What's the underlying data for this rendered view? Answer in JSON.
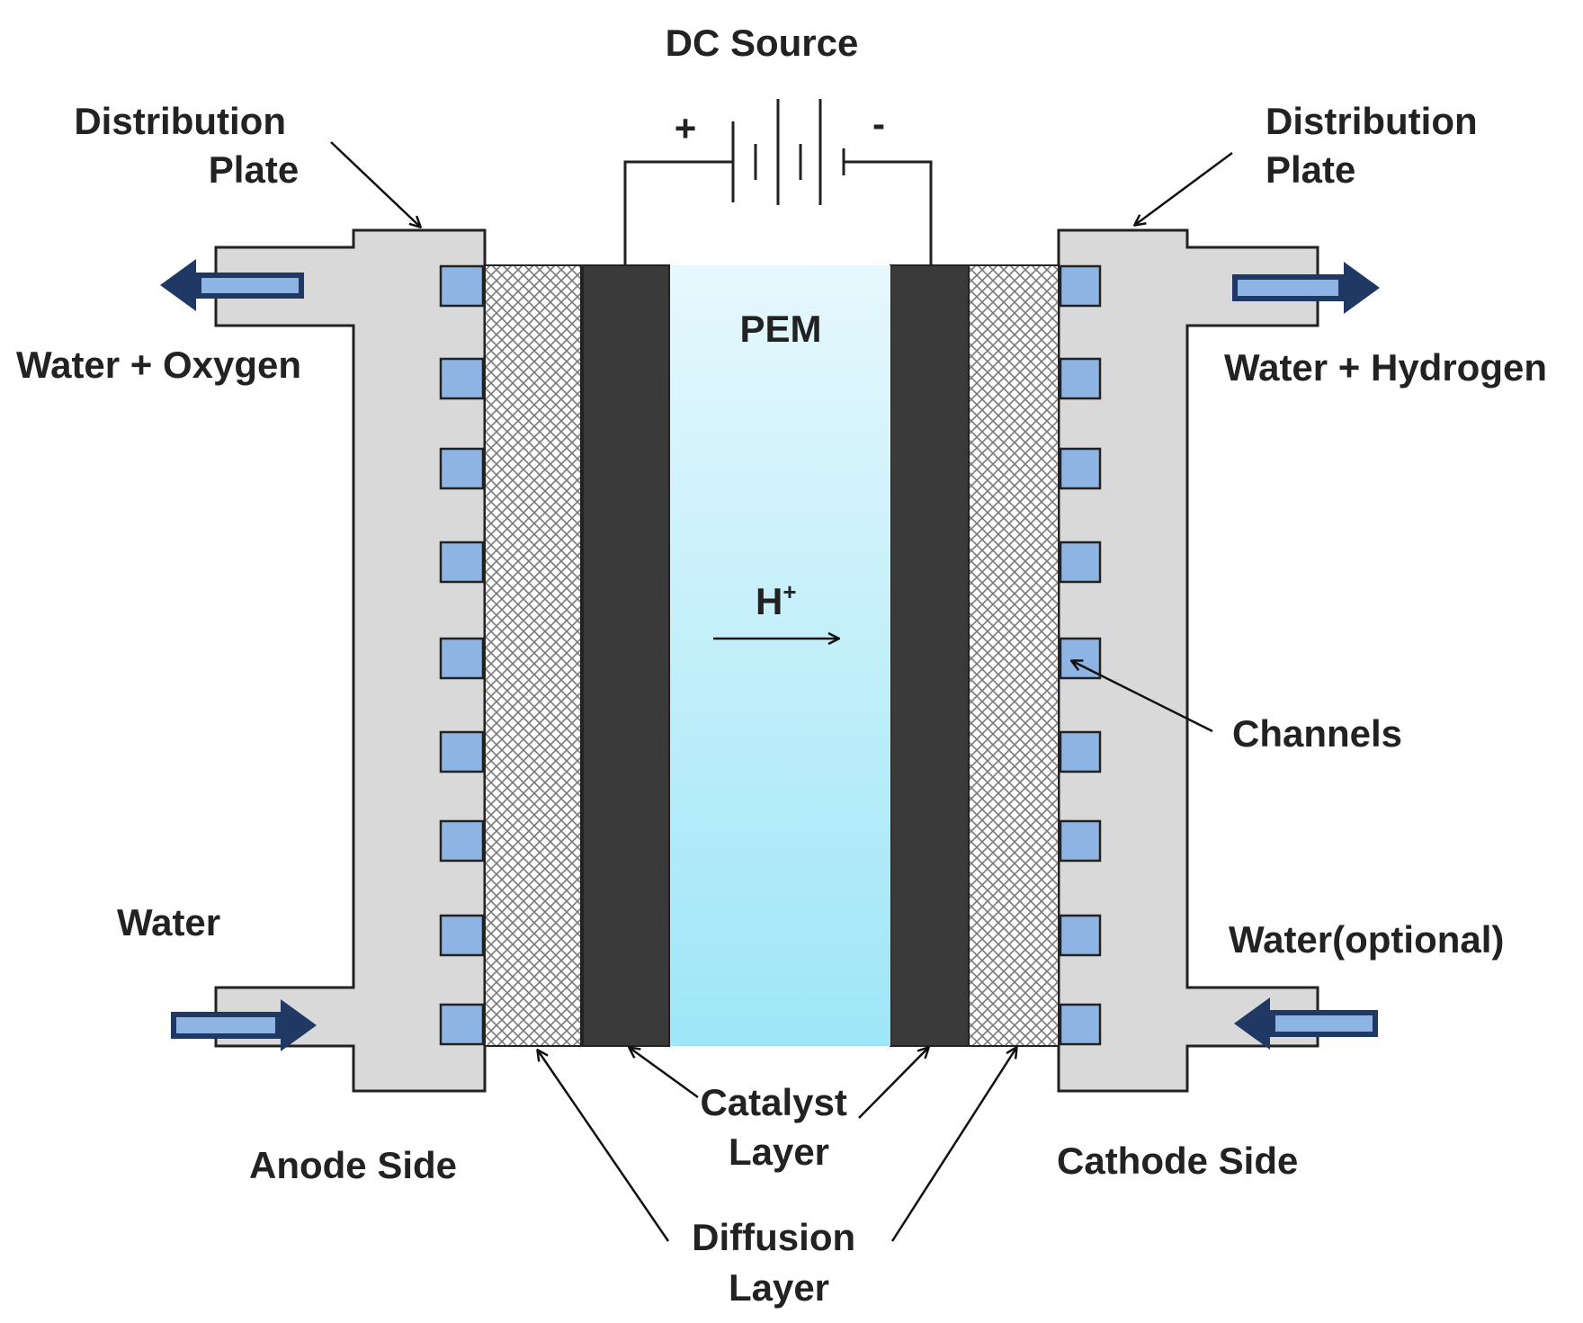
{
  "labels": {
    "dc_source": "DC Source",
    "plus": "+",
    "minus": "-",
    "distribution_plate_left": [
      "Distribution",
      "Plate"
    ],
    "distribution_plate_right": [
      "Distribution",
      "Plate"
    ],
    "water_oxygen": "Water + Oxygen",
    "water_hydrogen": "Water + Hydrogen",
    "pem": "PEM",
    "h_ion": "H",
    "h_ion_charge": "+",
    "channels": "Channels",
    "water_left": "Water",
    "water_right": "Water(optional)",
    "anode_side": "Anode Side",
    "cathode_side": "Cathode Side",
    "catalyst_layer": [
      "Catalyst",
      "Layer"
    ],
    "diffusion_layer": [
      "Diffusion",
      "Layer"
    ]
  },
  "colors": {
    "plate": "#d9d9d9",
    "channel": "#8eb4e3",
    "catalyst": "#3a3a3a",
    "pem_top": "#e6f8fd",
    "pem_bottom": "#9ee6f8",
    "flow_arrow": "#1f3864",
    "text": "#222222"
  }
}
